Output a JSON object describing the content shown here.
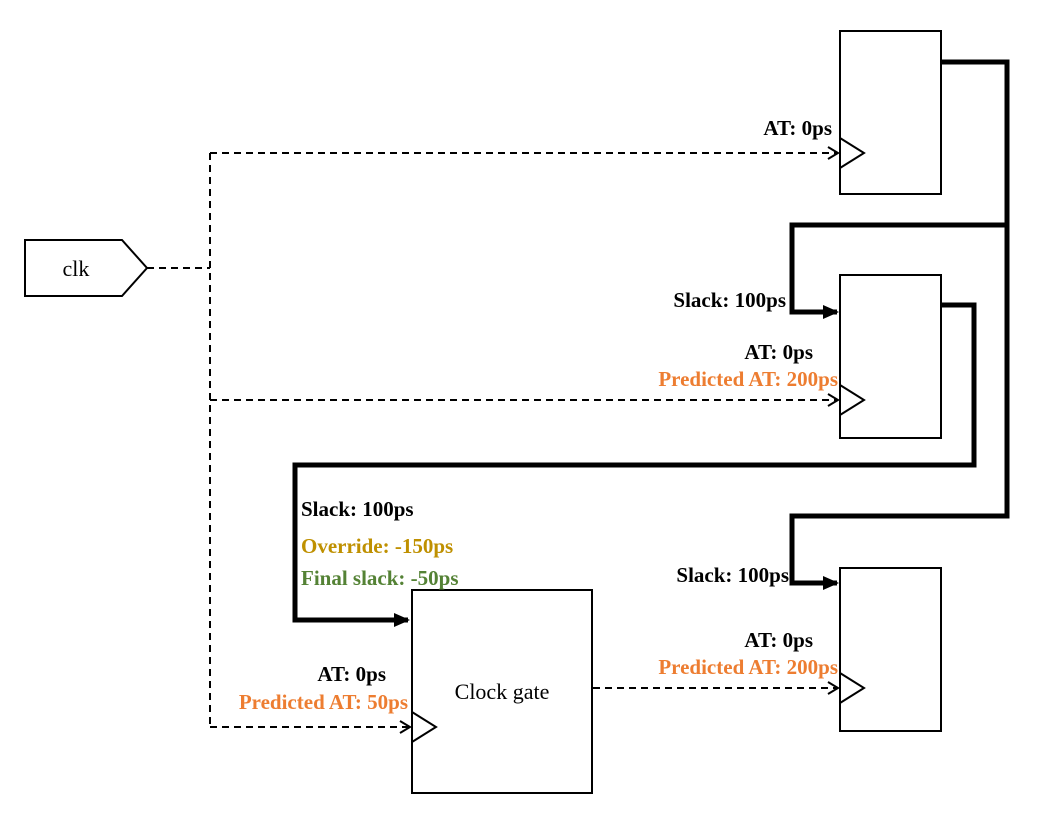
{
  "colors": {
    "black": "#000000",
    "predicted": "#ED7D31",
    "override": "#BF9000",
    "final": "#548235"
  },
  "clk_label": "clk",
  "clock_gate_label": "Clock gate",
  "ff_top": {
    "at": "AT: 0ps"
  },
  "ff_mid": {
    "slack": "Slack: 100ps",
    "at": "AT: 0ps",
    "predicted_at": "Predicted AT: 200ps"
  },
  "ff_bot": {
    "slack": "Slack: 100ps",
    "at": "AT: 0ps",
    "predicted_at": "Predicted AT: 200ps"
  },
  "cg": {
    "slack": "Slack: 100ps",
    "override": "Override: -150ps",
    "final_slack": "Final slack: -50ps",
    "at": "AT: 0ps",
    "predicted_at": "Predicted AT: 50ps"
  }
}
